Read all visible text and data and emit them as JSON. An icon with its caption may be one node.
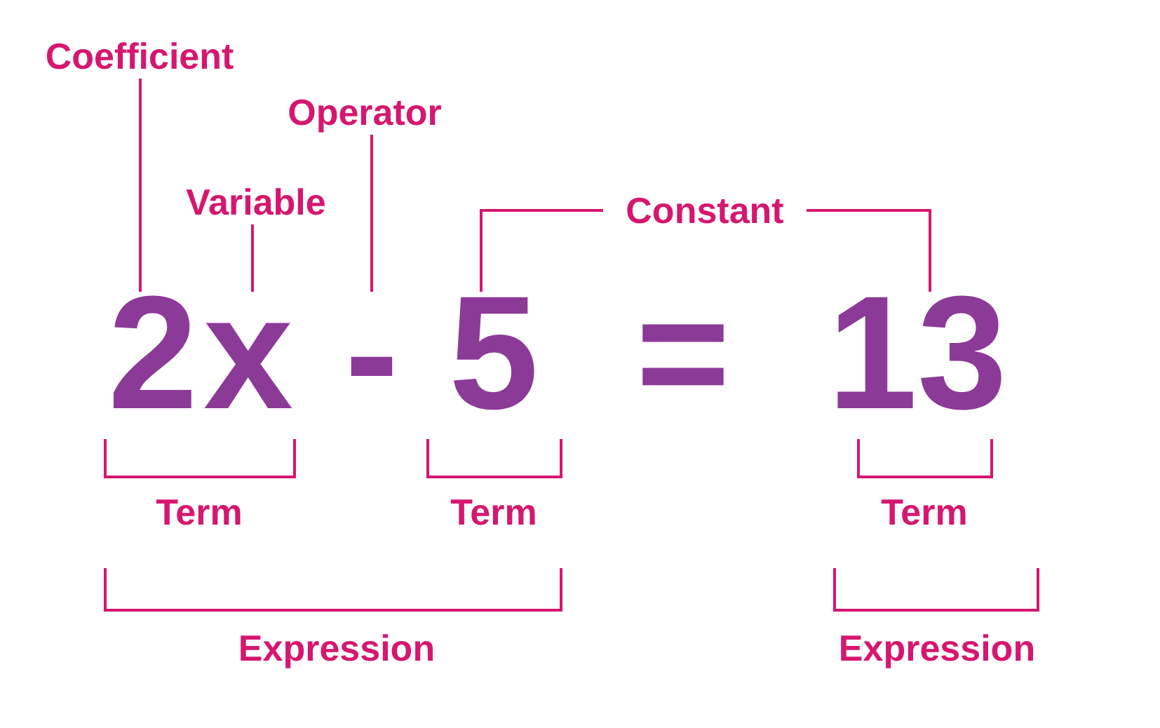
{
  "diagram": {
    "nodes": [
      {
        "text": [
          "Coefficient"
        ]
      },
      {
        "text": [
          "Operator"
        ]
      },
      {
        "text": [
          "Variable"
        ]
      },
      {
        "text": [
          "Constant"
        ]
      },
      {
        "text": [
          "2"
        ]
      },
      {
        "text": [
          "x"
        ]
      },
      {
        "text": [
          "-"
        ]
      },
      {
        "text": [
          "5"
        ]
      },
      {
        "text": [
          "13"
        ]
      }
    ],
    "edges": [
      {
        "from": 0,
        "to": 4,
        "arrow": "none"
      },
      {
        "from": 2,
        "to": 5,
        "arrow": "none"
      },
      {
        "from": 1,
        "to": 6,
        "arrow": "none"
      },
      {
        "from": 3,
        "to": 7,
        "arrow": "none"
      },
      {
        "from": 3,
        "to": 8,
        "arrow": "none"
      }
    ],
    "labels": [
      "=",
      "Term",
      "Term",
      "Term",
      "Expression",
      "Expression"
    ]
  }
}
